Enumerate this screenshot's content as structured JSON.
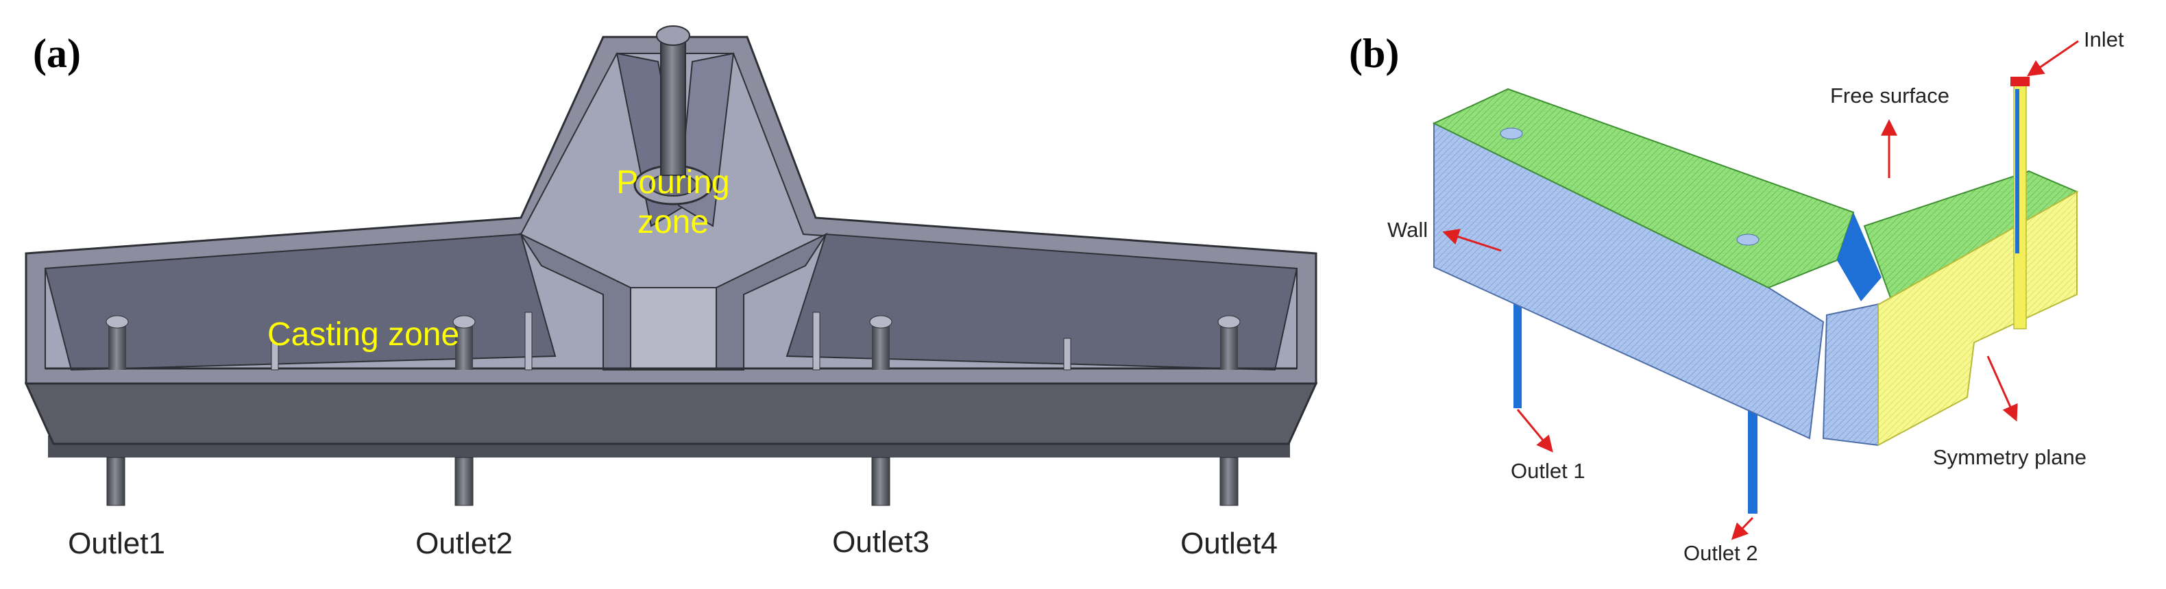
{
  "panel_a": {
    "label": "(a)",
    "zones": {
      "pouring_line1": "Pouring",
      "pouring_line2": "zone",
      "casting": "Casting zone"
    },
    "outlets": [
      "Outlet1",
      "Outlet2",
      "Outlet3",
      "Outlet4"
    ]
  },
  "panel_b": {
    "label": "(b)",
    "callouts": {
      "inlet": "Inlet",
      "free_surface": "Free surface",
      "wall": "Wall",
      "outlet1": "Outlet 1",
      "outlet2": "Outlet 2",
      "symmetry_plane": "Symmetry plane"
    }
  },
  "colors": {
    "cad_body": "#5a5c66",
    "cad_inner": "#9c9eb2",
    "mesh_wall": "#a9c3ec",
    "mesh_top": "#8fdc78",
    "symmetry_plane": "#f6f78a",
    "outlet_pipe": "#1e6fd6",
    "arrow": "#e02020",
    "zone_text": "#ffff00"
  }
}
